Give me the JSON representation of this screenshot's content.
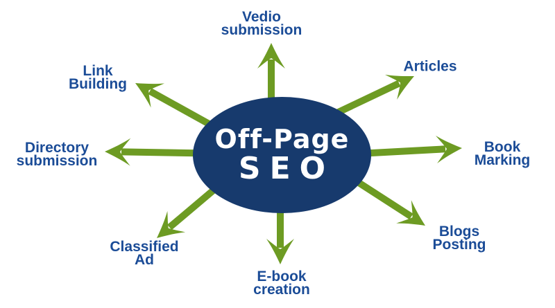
{
  "title": "Off-Page SEO diagram",
  "colors": {
    "background": "#ffffff",
    "ellipse": "#173a6d",
    "arrow": "#6d9b23",
    "label": "#1b4c97",
    "center_text": "#ffffff"
  },
  "center": {
    "line1": "Off-Page",
    "line2": "SEO"
  },
  "spokes": [
    {
      "id": "vedio-submission",
      "label": "Vedio\nsubmission",
      "position": "north"
    },
    {
      "id": "articles",
      "label": "Articles",
      "position": "north-east"
    },
    {
      "id": "book-marking",
      "label": "Book\nMarking",
      "position": "east"
    },
    {
      "id": "blogs-posting",
      "label": "Blogs\nPosting",
      "position": "south-east"
    },
    {
      "id": "e-book-creation",
      "label": "E-book\ncreation",
      "position": "south"
    },
    {
      "id": "classified-ad",
      "label": "Classified\nAd",
      "position": "south-west"
    },
    {
      "id": "directory-submission",
      "label": "Directory\nsubmission",
      "position": "west"
    },
    {
      "id": "link-building",
      "label": "Link\nBuilding",
      "position": "north-west"
    }
  ]
}
